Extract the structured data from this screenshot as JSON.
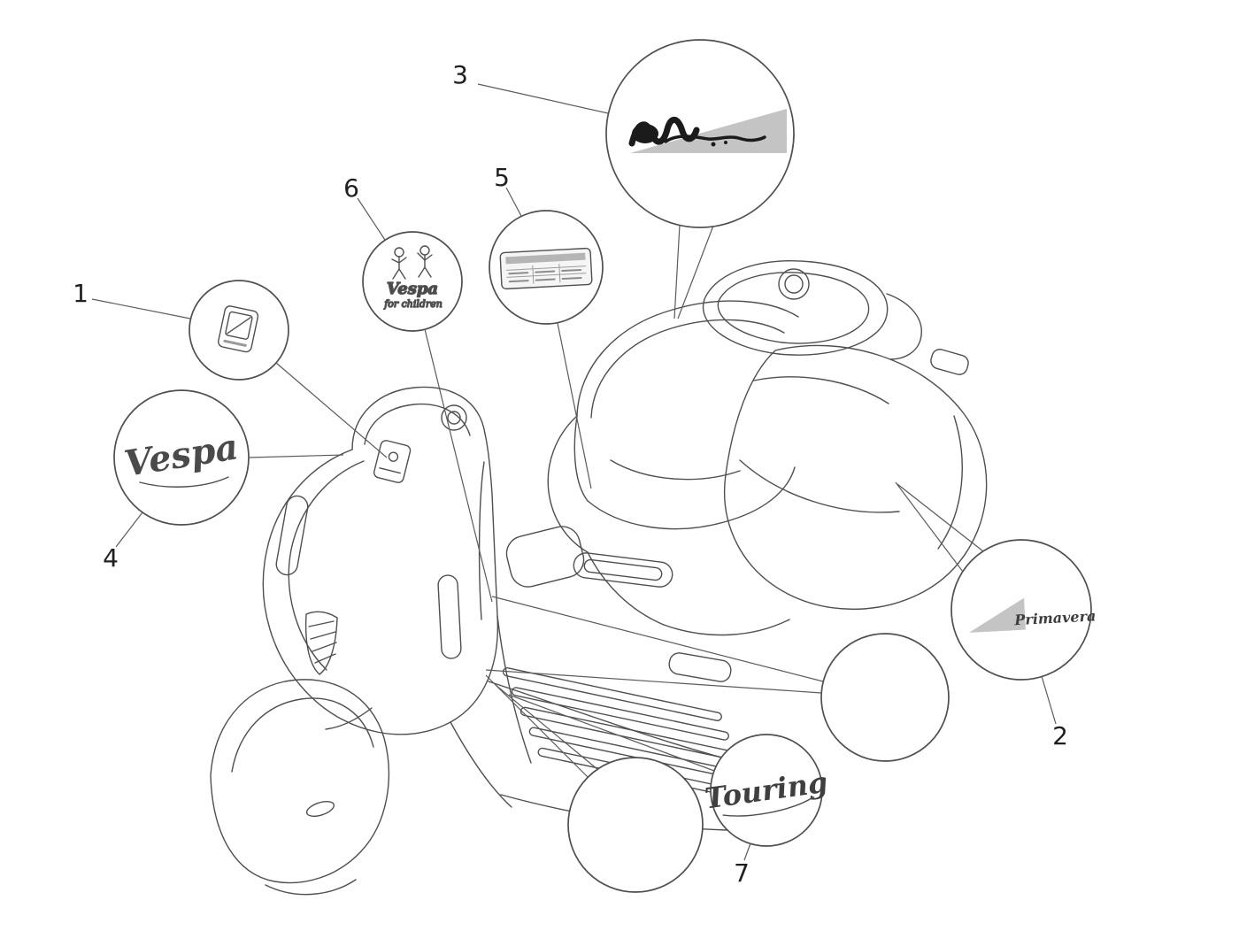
{
  "diagram": {
    "background": "#ffffff",
    "line_color": "#4f4f4f",
    "decal_gray": "#c4c4c4",
    "ink_color": "#1b1b1b"
  },
  "callouts": {
    "c1": {
      "label": "1"
    },
    "c2": {
      "label": "2"
    },
    "c3": {
      "label": "3"
    },
    "c4": {
      "label": "4"
    },
    "c5": {
      "label": "5"
    },
    "c6": {
      "label": "6"
    },
    "c7": {
      "label": "7"
    }
  },
  "decals": {
    "vespa_script": "Vespa",
    "primavera_script": "Primavera",
    "touring_script": "Touring",
    "children_line1": "Vespa",
    "children_line2": "for children"
  }
}
